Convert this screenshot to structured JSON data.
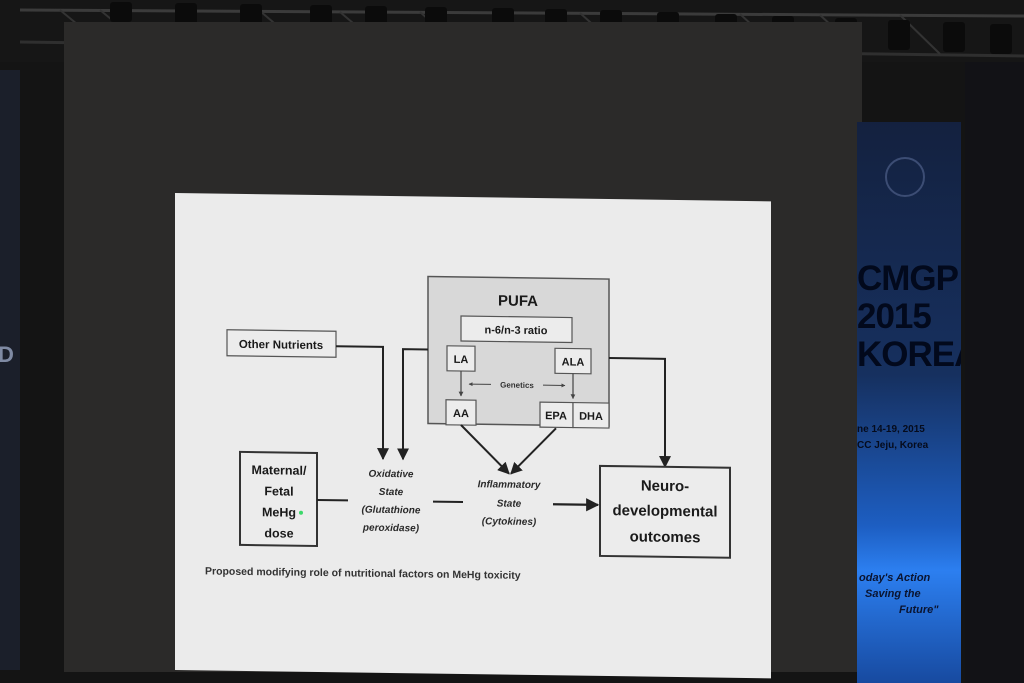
{
  "slide": {
    "top_box_title": "PUFA",
    "ratio": "n-6/n-3 ratio",
    "la": "LA",
    "ala": "ALA",
    "genetics": "Genetics",
    "aa": "AA",
    "epa": "EPA",
    "dha": "DHA",
    "other_nutrients": "Other Nutrients",
    "exposure": [
      "Maternal/",
      "Fetal",
      "MeHg",
      "dose"
    ],
    "oxidative": [
      "Oxidative",
      "State",
      "(Glutathione",
      "peroxidase)"
    ],
    "inflammatory": [
      "Inflammatory",
      "State",
      "(Cytokines)"
    ],
    "outcome": [
      "Neuro-",
      "developmental",
      "outcomes"
    ],
    "caption": "Proposed modifying role of nutritional factors on MeHg toxicity"
  },
  "banner": {
    "title": [
      "CMGP",
      "2015",
      "KOREA"
    ],
    "dates": [
      "ne 14-19, 2015",
      "CC Jeju, Korea"
    ],
    "slogan": [
      "oday's Action",
      "Saving the",
      "Future\""
    ]
  },
  "left_edge_text": "D",
  "colors": {
    "slide_bg": "#ebebeb",
    "line": "#222222",
    "box_fill": "#dadada",
    "banner_glow": "#2c7ff0"
  }
}
